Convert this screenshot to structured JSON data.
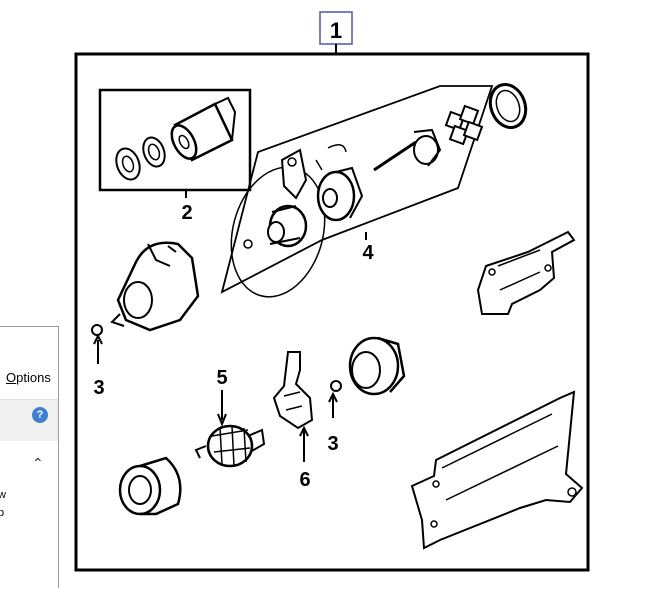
{
  "diagram": {
    "callouts": {
      "assembly": "1",
      "solenoid": "2",
      "bolt_left": "3",
      "bolt_mid": "3",
      "drive_group": "4",
      "armature": "5",
      "brush_holder": "6"
    }
  },
  "overlay_window": {
    "options_label": "Options",
    "options_underline_char": "O",
    "help_icon": "question-mark-icon",
    "collapse_icon": "chevron-up-icon",
    "fragment_line1": "w",
    "fragment_line2": "p"
  }
}
